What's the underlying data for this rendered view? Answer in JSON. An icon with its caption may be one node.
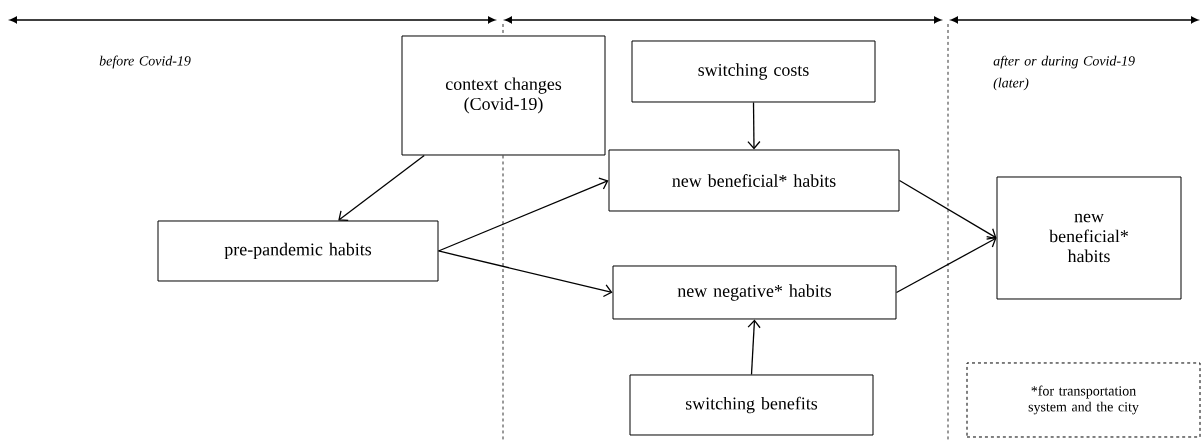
{
  "diagram": {
    "nodes": [
      {
        "text": [
          "context changes (Covid-19)"
        ]
      },
      {
        "text": [
          "switching costs"
        ]
      },
      {
        "text": [
          "new beneficial* habits"
        ]
      },
      {
        "text": [
          "pre-pandemic habits"
        ]
      },
      {
        "text": [
          "new negative* habits"
        ]
      },
      {
        "text": [
          "new beneficial* habits"
        ]
      },
      {
        "text": [
          "switching benefits"
        ]
      },
      {
        "text": [
          "*for transportation system and the city"
        ]
      }
    ],
    "edges": [
      {
        "from": 0,
        "to": 3,
        "arrow": "to"
      },
      {
        "from": 3,
        "to": 2,
        "arrow": "to"
      },
      {
        "from": 3,
        "to": 4,
        "arrow": "to"
      },
      {
        "from": 1,
        "to": 2,
        "arrow": "to"
      },
      {
        "from": 6,
        "to": 4,
        "arrow": "to"
      },
      {
        "from": 2,
        "to": 5,
        "arrow": "to"
      },
      {
        "from": 4,
        "to": 5,
        "arrow": "to"
      }
    ],
    "labels": [
      "before Covid-19",
      "after or during Covid-19 (later)"
    ]
  }
}
